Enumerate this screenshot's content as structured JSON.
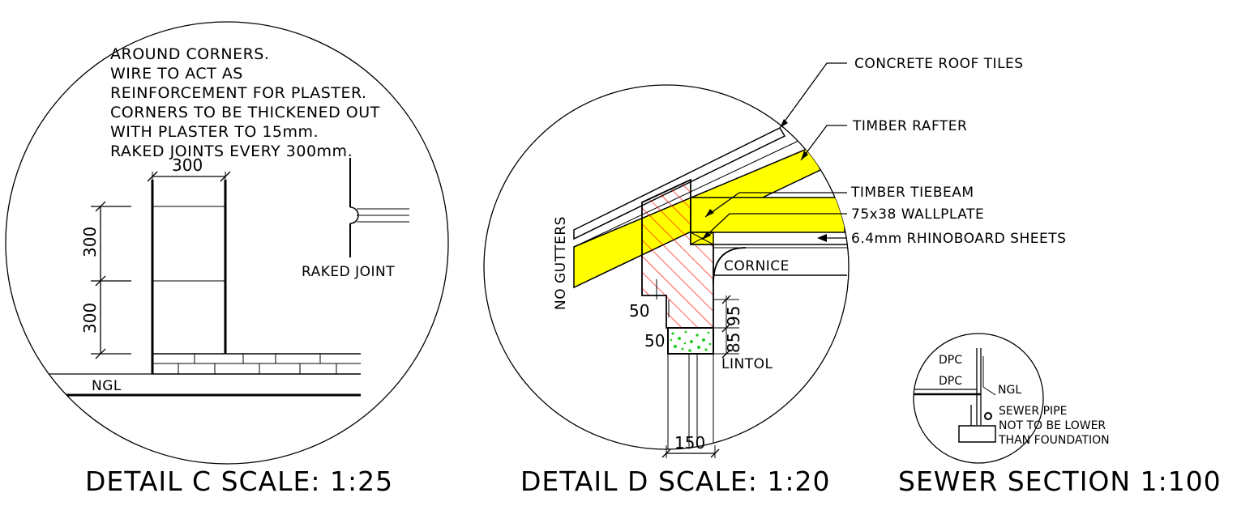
{
  "detail_c": {
    "notes": [
      "AROUND CORNERS.",
      "WIRE TO ACT AS",
      "REINFORCEMENT FOR PLASTER.",
      "CORNERS TO BE THICKENED OUT",
      "WITH PLASTER TO 15mm.",
      "RAKED JOINTS EVERY 300mm."
    ],
    "dim_width": "300",
    "dim_upper": "300",
    "dim_lower": "300",
    "raked_joint_label": "RAKED JOINT",
    "ngl_label": "NGL",
    "title": "DETAIL C SCALE: 1:25"
  },
  "detail_d": {
    "concrete_roof_tiles": "CONCRETE ROOF TILES",
    "timber_rafter": "TIMBER RAFTER",
    "timber_tiebeam": "TIMBER TIEBEAM",
    "wallplate": "75x38 WALLPLATE",
    "rhinoboard": "6.4mm RHINOBOARD SHEETS",
    "cornice": "CORNICE",
    "no_gutters": "NO GUTTERS",
    "dim_50_upper": "50",
    "dim_50_lower": "50",
    "dim_95": "95",
    "dim_85": "85",
    "lintol": "LINTOL",
    "dim_150": "150",
    "title": "DETAIL D SCALE: 1:20",
    "colors": {
      "timber": "#ffff00",
      "hatch": "#ff0000",
      "lintol_fill": "#00cc00"
    }
  },
  "sewer": {
    "dpc_upper": "DPC",
    "dpc_lower": "DPC",
    "ngl": "NGL",
    "note_lines": [
      "SEWER PIPE",
      "NOT TO BE LOWER",
      "THAN FOUNDATION"
    ],
    "title": "SEWER SECTION 1:100"
  }
}
